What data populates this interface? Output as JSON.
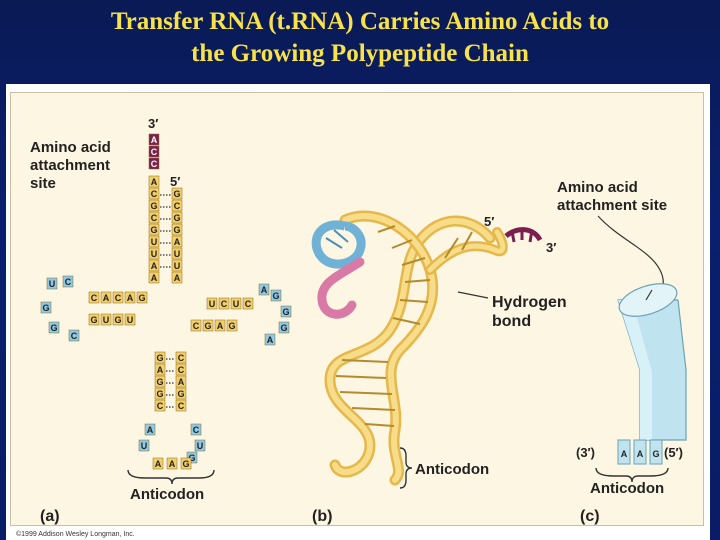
{
  "title": {
    "line1": "Transfer RNA (t.RNA) Carries Amino Acids to",
    "line2": "the Growing Polypeptide Chain"
  },
  "colors": {
    "background": "#0b1f6e",
    "title": "#f7e24a",
    "panel": "#fdf6e2",
    "nucleotide_yellow": "#f3cf6a",
    "nucleotide_blue": "#8ec9e6",
    "acceptor_purple": "#7a1f4e",
    "loop_pink": "#d97aa6",
    "cylinder": "#bfe3ef"
  },
  "panel_a": {
    "label": "(a)",
    "attachment_label": [
      "Amino acid",
      "attachment",
      "site"
    ],
    "three_prime": "3′",
    "five_prime": "5′",
    "acceptor_top": [
      "A",
      "C",
      "C"
    ],
    "left_strand": [
      "A",
      "C",
      "G",
      "C",
      "G",
      "U",
      "U",
      "A",
      "A"
    ],
    "right_strand": [
      "G",
      "C",
      "G",
      "G",
      "A",
      "U",
      "U",
      "A"
    ],
    "d_arm_top": [
      "C",
      "A",
      "C",
      "A",
      "G"
    ],
    "d_arm_bottom": [
      "G",
      "U",
      "G",
      "U"
    ],
    "d_loop": [
      "U",
      "C",
      "G",
      "G",
      "C"
    ],
    "t_arm_top": [
      "U",
      "C",
      "U",
      "C"
    ],
    "t_arm_bottom": [
      "C",
      "G",
      "A",
      "G"
    ],
    "t_loop": [
      "A",
      "G",
      "G",
      "G",
      "A"
    ],
    "anticodon_stem_left": [
      "G",
      "A",
      "G",
      "G",
      "C"
    ],
    "anticodon_stem_right": [
      "C",
      "C",
      "A",
      "G",
      "C"
    ],
    "anticodon_loop": [
      "A",
      "U",
      "C",
      "U",
      "G"
    ],
    "anticodon_bases": [
      "A",
      "A",
      "G"
    ],
    "anticodon_label": "Anticodon"
  },
  "panel_b": {
    "label": "(b)",
    "five_prime": "5′",
    "three_prime": "3′",
    "hydrogen_label": [
      "Hydrogen",
      "bond"
    ],
    "anticodon_label": "Anticodon"
  },
  "panel_c": {
    "label": "(c)",
    "attachment_label": [
      "Amino acid",
      "attachment site"
    ],
    "three_prime": "(3′)",
    "five_prime": "(5′)",
    "anticodon_bases": [
      "A",
      "A",
      "G"
    ],
    "anticodon_label": "Anticodon"
  },
  "copyright": "©1999 Addison Wesley Longman, Inc."
}
